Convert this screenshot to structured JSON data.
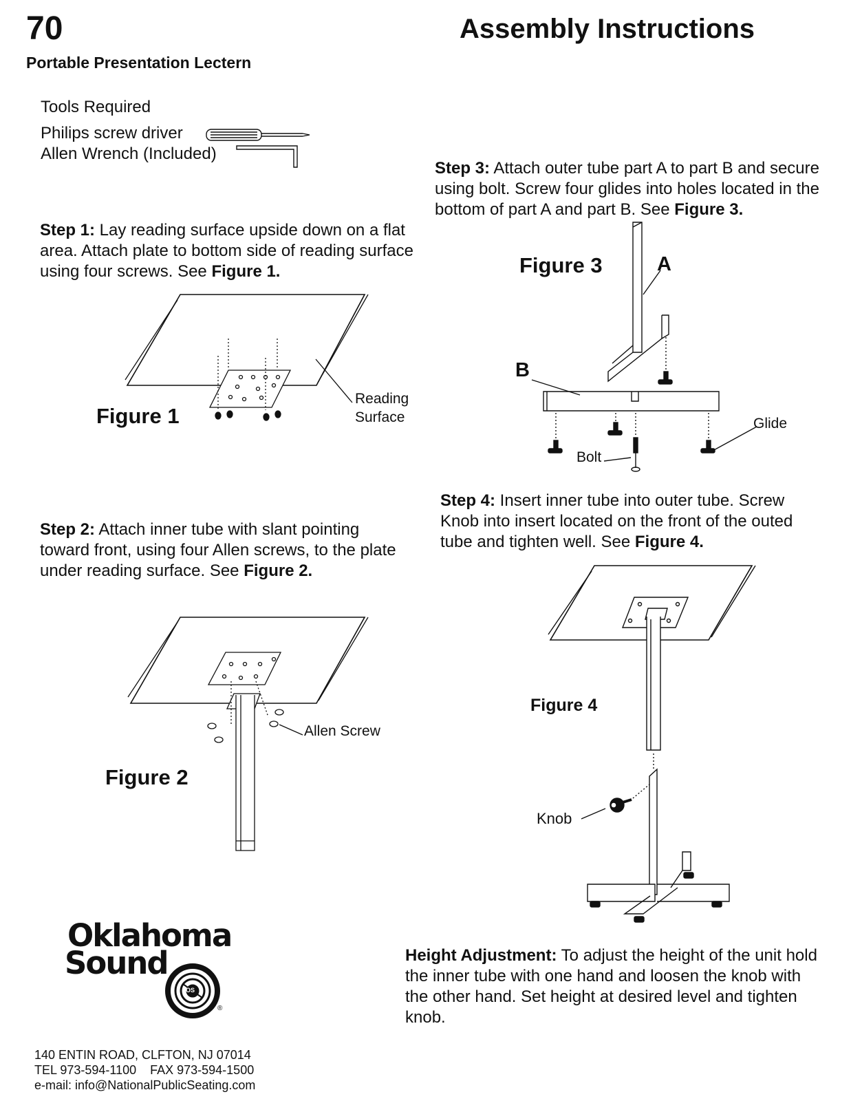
{
  "header": {
    "model_number": "70",
    "product_name": "Portable Presentation Lectern",
    "title": "Assembly Instructions"
  },
  "tools": {
    "heading": "Tools Required",
    "items": [
      "Philips screw driver",
      "Allen Wrench (Included)"
    ],
    "icons": [
      "screwdriver-icon",
      "allen-wrench-icon"
    ]
  },
  "steps": [
    {
      "label": "Step 1:",
      "text": " Lay reading surface upside down on a flat area. Attach plate to bottom side of reading surface using four screws. See ",
      "ref": "Figure 1."
    },
    {
      "label": "Step 2:",
      "text": " Attach inner tube with slant pointing toward front, using four Allen screws, to the plate under reading surface. See ",
      "ref": "Figure 2."
    },
    {
      "label": "Step 3:",
      "text": " Attach outer tube part A to part B and secure using bolt. Screw four glides into holes located in the bottom of part A and part B. See ",
      "ref": "Figure 3."
    },
    {
      "label": "Step 4:",
      "text": " Insert inner tube into outer tube. Screw Knob into insert located on the front of the outed tube and tighten well. See ",
      "ref": "Figure 4."
    }
  ],
  "height_adjustment": {
    "label": "Height Adjustment:",
    "text": " To adjust the height of the unit hold the inner tube with one hand and loosen the knob with the other hand. Set height at desired level and tighten knob."
  },
  "figures": {
    "figure1": {
      "label": "Figure 1",
      "callout_line1": "Reading",
      "callout_line2": "Surface"
    },
    "figure2": {
      "label": "Figure 2",
      "callout": "Allen Screw"
    },
    "figure3": {
      "label": "Figure 3",
      "part_a": "A",
      "part_b": "B",
      "bolt": "Bolt",
      "glide": "Glide"
    },
    "figure4": {
      "label": "Figure 4",
      "knob": "Knob"
    }
  },
  "brand": {
    "line1": "Oklahoma",
    "line2": "Sound",
    "emblem_text": "OS",
    "registered": "®"
  },
  "contact": {
    "address": "140 ENTIN ROAD, CLFTON, NJ 07014",
    "phone": "TEL 973-594-1100    FAX 973-594-1500",
    "email": "e-mail: info@NationalPublicSeating.com"
  }
}
